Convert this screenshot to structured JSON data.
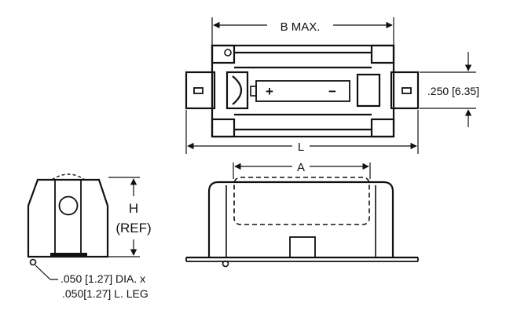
{
  "colors": {
    "ink": "#111111",
    "background": "#ffffff"
  },
  "labels": {
    "b_max": "B MAX.",
    "dimension_250": ".250 [6.35]",
    "length": "L",
    "a": "A",
    "h": "H",
    "ref": "(REF)",
    "leg_line1": ".050 [1.27] DIA. x",
    "leg_line2": ".050[1.27] L. LEG"
  },
  "symbols": {
    "plus": "+",
    "minus": "−"
  }
}
